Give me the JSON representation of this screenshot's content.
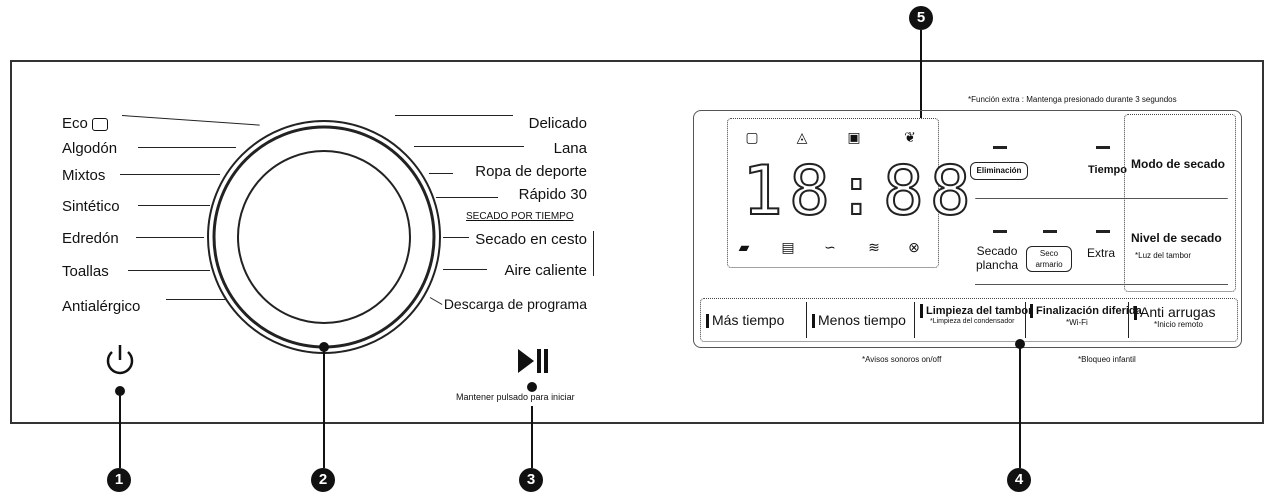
{
  "callouts": [
    "5",
    "1",
    "2",
    "3",
    "4"
  ],
  "dial_left": [
    "Eco",
    "Algodón",
    "Mixtos",
    "Sintético",
    "Edredón",
    "Toallas",
    "Antialérgico"
  ],
  "dial_right": [
    "Delicado",
    "Lana",
    "Ropa de deporte",
    "Rápido 30",
    "Secado en cesto",
    "Aire caliente",
    "Descarga de programa"
  ],
  "secado_por_tiempo": "SECADO POR TIEMPO",
  "start": {
    "caption": "Mantener pulsado para iniciar"
  },
  "display": {
    "note": "*Función extra : Mantenga presionado durante 3 segundos",
    "digits": "18:88",
    "icons_top": [
      "tub-icon",
      "iron-icon",
      "lock-icon",
      "wash-rinse-icon"
    ],
    "icons_bottom": [
      "bin-icon",
      "cloth-icon",
      "hose-icon",
      "wifi-icon",
      "spin-icon"
    ],
    "options": {
      "left_tag": "Eliminación",
      "tiempo": "Tiempo",
      "modo": "Modo de secado",
      "secado": "Secado",
      "plancha": "plancha",
      "seco": "Seco",
      "armario": "armario",
      "extra": "Extra",
      "nivel": "Nivel de secado",
      "luz": "*Luz del tambor"
    },
    "buttons": [
      {
        "label": "Más tiempo",
        "sub": ""
      },
      {
        "label": "Menos tiempo",
        "sub": ""
      },
      {
        "label": "Limpieza del tambor",
        "sub": "*Limpieza del condensador"
      },
      {
        "label": "Finalización diferida",
        "sub": "*Wi-Fi"
      },
      {
        "label": "Anti arrugas",
        "sub": "*Inicio remoto"
      }
    ],
    "group_left": "*Avisos sonoros on/off",
    "group_right": "*Bloqueo infantil"
  }
}
